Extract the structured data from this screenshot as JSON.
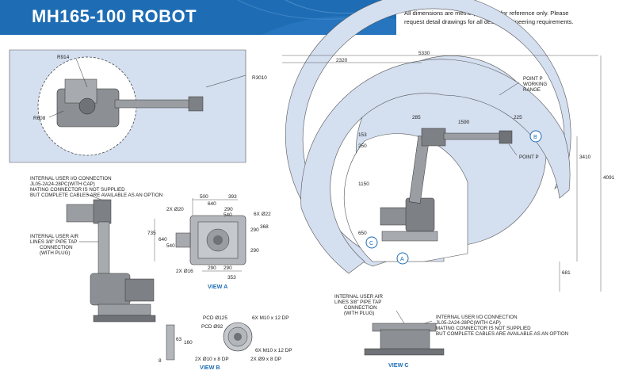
{
  "header": {
    "title": "MH165-100 ROBOT",
    "disclaimer_line1": "All dimensions are metric (mm) and for reference only. Please",
    "disclaimer_line2": "request detail drawings for all design/engineering requirements."
  },
  "colors": {
    "banner_blue": "#1e6db4",
    "range_fill": "#d4dff0",
    "machine_gray": "#8c8f93",
    "accent_blue": "#1e6db4"
  },
  "top_view": {
    "r914": "R914",
    "r3010": "R3010",
    "r608": "R608"
  },
  "side_view_labels": {
    "internal_io_1": "INTERNAL USER I/O CONNECTION",
    "internal_io_2": "JL05-2A24-28PC(WITH CAP)",
    "internal_io_3": "MATING CONNECTOR IS NOT SUPPLIED",
    "internal_io_4": "BUT COMPLETE CABLES ARE AVAILABLE AS AN OPTION",
    "air_1": "INTERNAL USER AIR",
    "air_2": "LINES 3/8\" PIPE TAP",
    "air_3": "CONNECTION",
    "air_4": "(WITH PLUG)"
  },
  "view_a": {
    "name": "VIEW A",
    "d500": "500",
    "d393": "393",
    "d640a": "640",
    "d290a": "290",
    "d540a": "540",
    "holes_top": "2X Ø20",
    "holes_right": "6X Ø22",
    "d735": "735",
    "d640b": "640",
    "d540b": "540",
    "d290r": "290",
    "d368": "368",
    "d290r2": "290",
    "holes_bottom": "2X Ø16",
    "d290b": "290",
    "d290b2": "290",
    "d353": "353"
  },
  "view_b": {
    "name": "VIEW B",
    "pcd125": "PCD Ø125",
    "pcd92": "PCD Ø92",
    "m10_a": "6X M10 x 12 DP",
    "m10_b": "6X M10 x 12 DP",
    "pin10": "2X Ø10 x 8 DP",
    "pin9": "2X Ø9 x 8 DP",
    "d63": "63",
    "d160": "160",
    "d8": "8"
  },
  "view_c": {
    "name": "VIEW C",
    "air_1": "INTERNAL USER AIR",
    "air_2": "LINES 3/8\" PIPE TAP",
    "air_3": "CONNECTION",
    "air_4": "(WITH PLUG)",
    "io_1": "INTERNAL USER I/O CONNECTION",
    "io_2": "JL05-2A24-28PC(WITH CAP)",
    "io_3": "MATING CONNECTOR IS NOT SUPPLIED",
    "io_4": "BUT COMPLETE CABLES ARE AVAILABLE AS AN OPTION"
  },
  "working_range": {
    "d5330": "5330",
    "d2320": "2320",
    "point_p_1": "POINT P",
    "point_p_2": "WORKING",
    "point_p_3": "RANGE",
    "d285": "285",
    "d1590": "1590",
    "d225": "225",
    "d153": "153",
    "d250": "250",
    "d1150": "1150",
    "d650": "650",
    "d3410": "3410",
    "d4091": "4091",
    "d681": "681",
    "point_p": "POINT P",
    "marker_a": "A",
    "marker_b": "B",
    "marker_c": "C"
  }
}
